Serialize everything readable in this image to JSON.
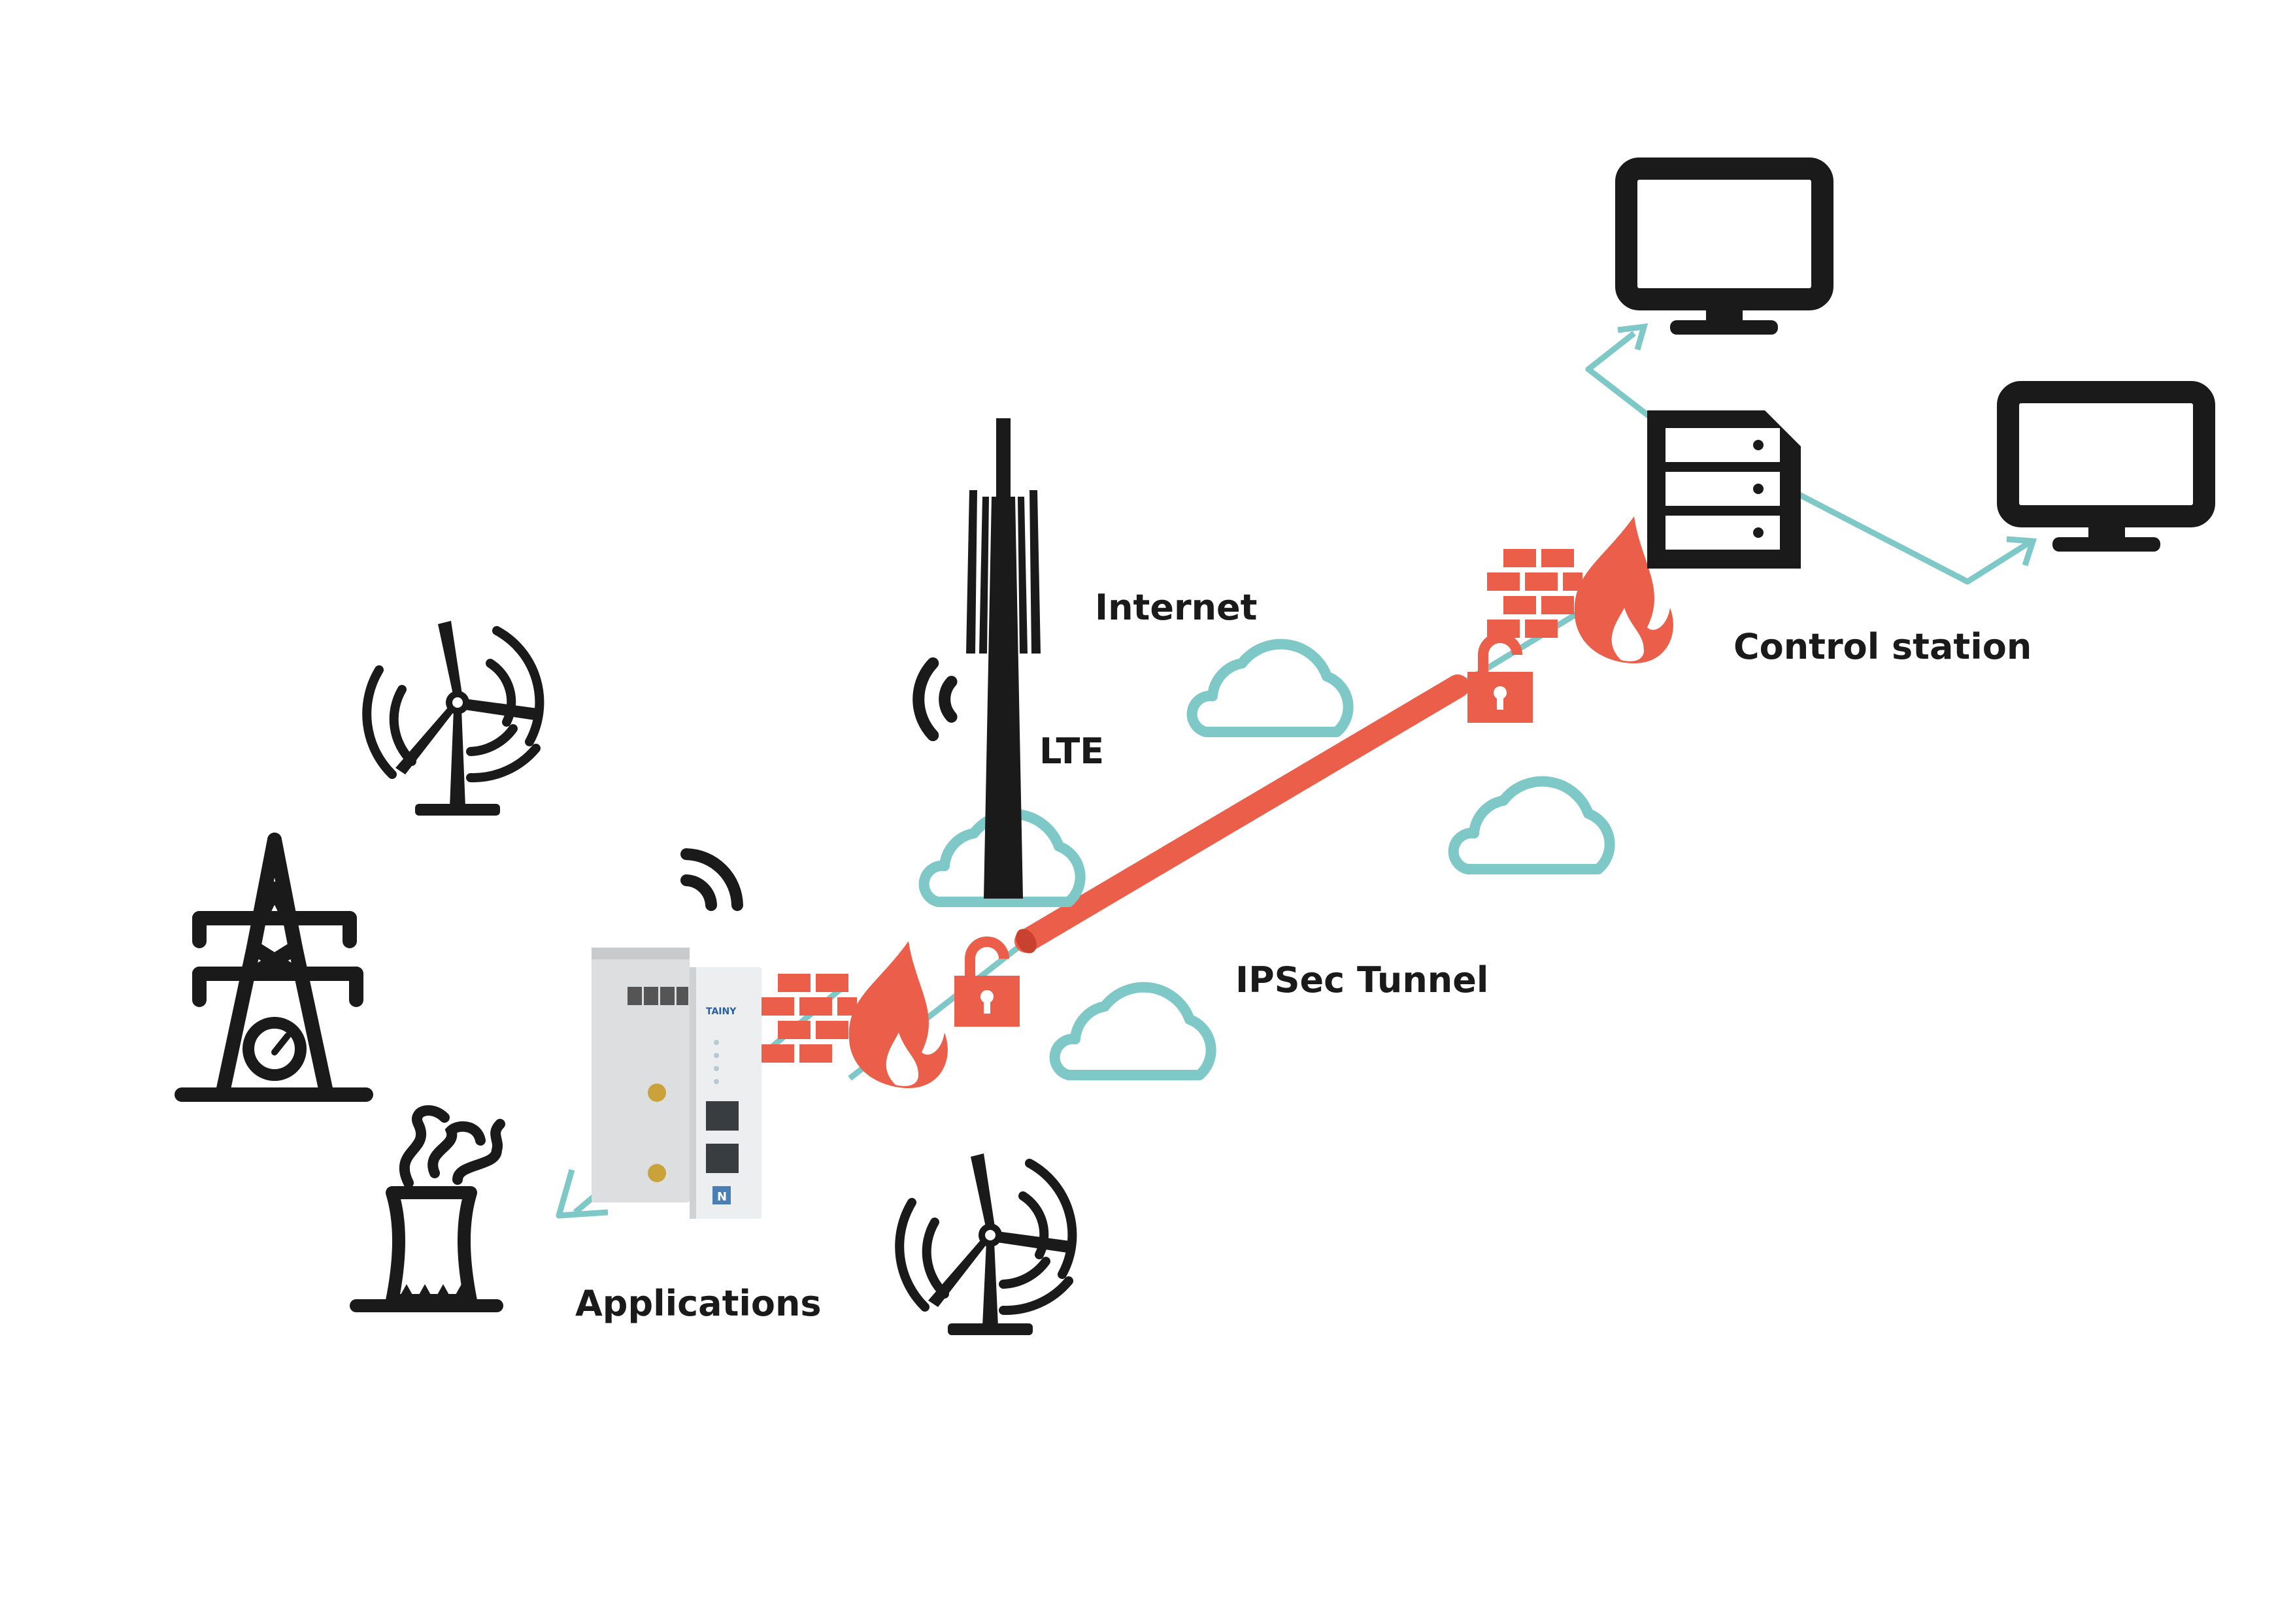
{
  "labels": {
    "internet": "Internet",
    "lte": "LTE",
    "control_station": "Control station",
    "ipsec_tunnel": "IPSec Tunnel",
    "applications": "Applications"
  },
  "device": {
    "brand": "TAINY",
    "logo_letter": "N"
  },
  "colors": {
    "ink": "#1a1a1a",
    "link": "#7ec8c8",
    "tunnel": "#ea5e4a",
    "security": "#ea5e4a",
    "device_body": "#dcdedf",
    "device_panel": "#eceeef",
    "background": "#ffffff"
  },
  "icons": [
    "wind-turbine-icon",
    "power-tower-icon",
    "power-plant-icon",
    "router-device-icon",
    "cell-tower-icon",
    "cloud-icon",
    "firewall-icon",
    "padlock-icon",
    "server-icon",
    "monitor-icon"
  ]
}
